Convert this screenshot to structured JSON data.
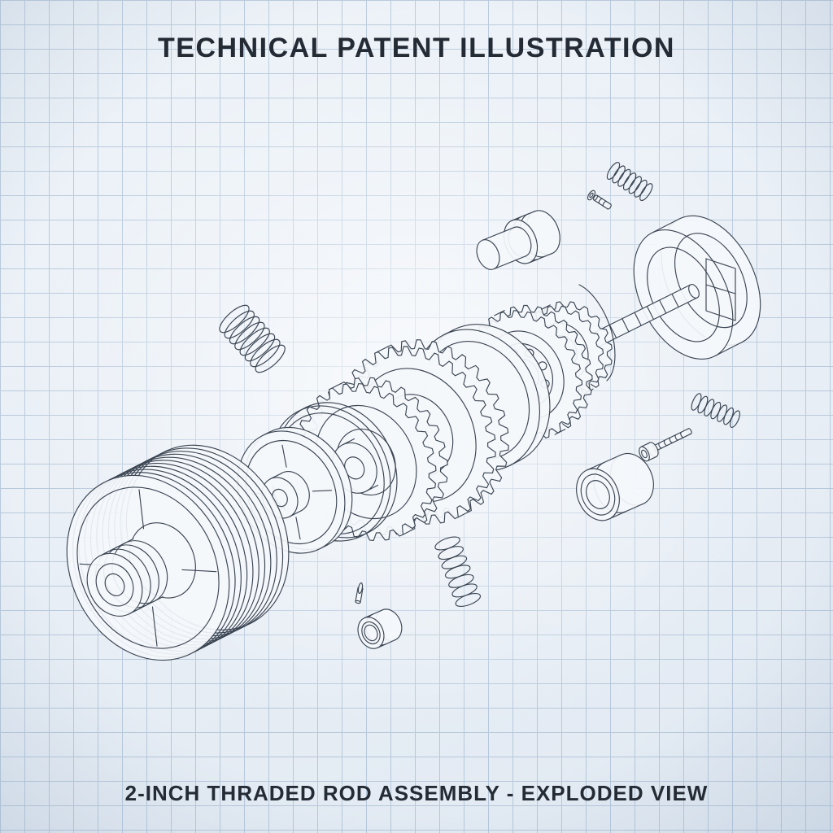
{
  "page": {
    "title": "TECHNICAL PATENT ILLUSTRATION",
    "caption": "2-INCH THRADED ROD ASSEMBLY - EXPLODED VIEW"
  },
  "drawing": {
    "description": "Exploded-view patent-style line drawing of a threaded rod gear assembly on blueprint grid paper",
    "components": [
      "threaded-drum",
      "flange-disc",
      "backing-ring",
      "large-gear-front",
      "large-gear-rear",
      "spacer-ring",
      "bearing-gear",
      "small-gear",
      "threaded-rod-shaft",
      "end-housing-ring",
      "snap-ring",
      "coil-spring-left",
      "coil-spring-top",
      "coil-spring-right",
      "coil-spring-bottom",
      "hex-bolt",
      "small-screw",
      "cotter-pin",
      "piston-bushing-top",
      "bushing-right",
      "bushing-bottom"
    ]
  },
  "colors": {
    "paper": "#f4f7fb",
    "grid_line": "#8aa6c4",
    "ink": "#3b4552",
    "title_text": "#242b34",
    "vignette": "#8ca3be"
  }
}
